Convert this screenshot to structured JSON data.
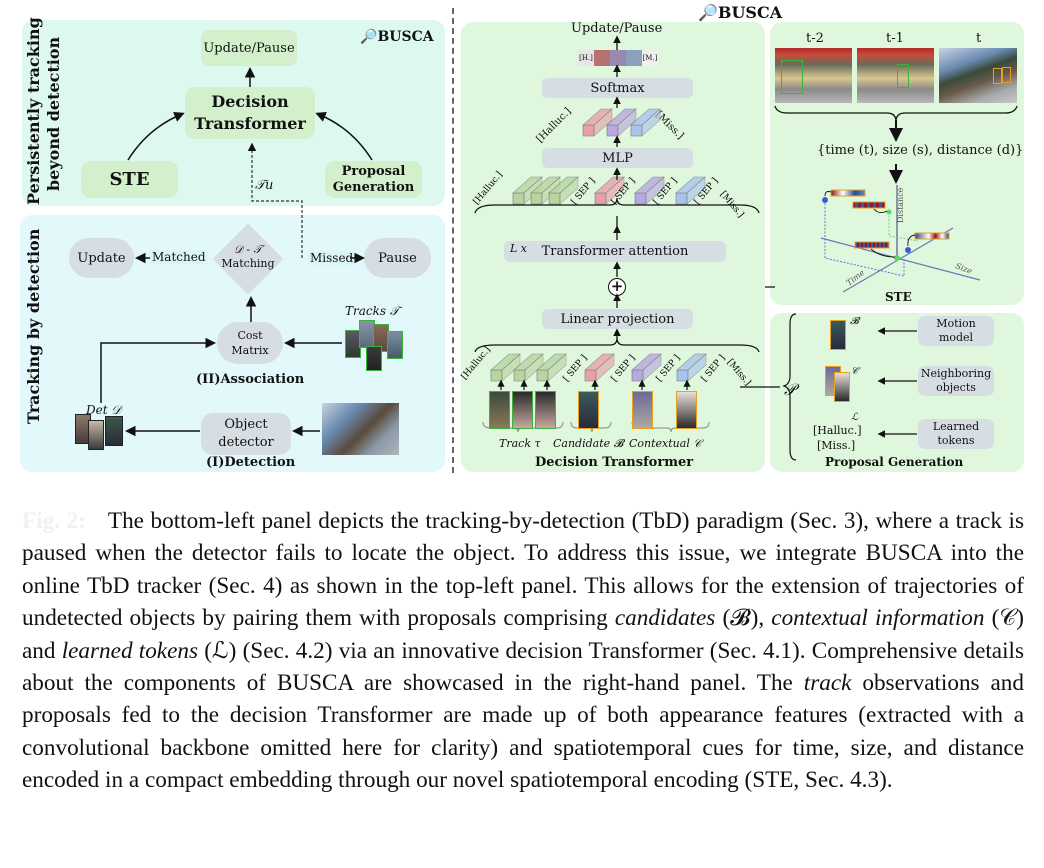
{
  "figure": {
    "busca_logo_text": "BUSCA",
    "top_left": {
      "side_label_line1": "Persistently tracking",
      "side_label_line2": "beyond detection",
      "output": "Update/Pause",
      "decision_transformer_line1": "Decision",
      "decision_transformer_line2": "Transformer",
      "ste": "STE",
      "proposal_line1": "Proposal",
      "proposal_line2": "Generation",
      "tu_label": "𝒯u"
    },
    "bottom_left": {
      "side_label": "Tracking by detection",
      "update": "Update",
      "matched": "Matched",
      "matching_line1": "𝒟 - 𝒯",
      "matching_line2": "Matching",
      "missed": "Missed",
      "pause": "Pause",
      "cost_line1": "Cost",
      "cost_line2": "Matrix",
      "tracks_label": "Tracks 𝒯",
      "association": "(II)Association",
      "det_label": "Det 𝒟",
      "detector_line1": "Object",
      "detector_line2": "detector",
      "detection": "(I)Detection"
    },
    "decision_transformer_panel": {
      "output": "Update/Pause",
      "prob_left": "[H.]",
      "prob_right": "[M.]",
      "softmax": "Softmax",
      "mlp": "MLP",
      "halluc": "[Halluc.]",
      "miss": "[Miss.]",
      "sep": "[ SEP ]",
      "attention_repeat": "L x",
      "attention": "Transformer attention",
      "linear": "Linear projection",
      "track_label": "Track τ",
      "candidate_label": "Candidate 𝓑",
      "contextual_label": "Contextual 𝒞",
      "title": "Decision Transformer"
    },
    "ste_panel": {
      "frames": [
        "t-2",
        "t-1",
        "t"
      ],
      "cues": "{time (t), size (s), distance (d)}",
      "axis_distance": "Distance",
      "axis_size": "Size",
      "axis_time": "Time",
      "title": "STE"
    },
    "proposal_panel": {
      "p_symbol": "𝒫",
      "b_symbol": "𝓑",
      "c_symbol": "𝒞",
      "l_symbol": "ℒ",
      "halluc": "[Halluc.]",
      "miss": "[Miss.]",
      "motion_line1": "Motion",
      "motion_line2": "model",
      "neighbor_line1": "Neighboring",
      "neighbor_line2": "objects",
      "learned_line1": "Learned",
      "learned_line2": "tokens",
      "title": "Proposal Generation"
    },
    "colors": {
      "halluc_token": "#e8a0a8",
      "sep_token": "#b8a8e0",
      "miss_token": "#a8c4ec",
      "track_token": "#b7d5a0",
      "track_box": "#3cb43c",
      "candidate_box": "#e8a020"
    }
  },
  "caption": {
    "label": "Fig. 2:",
    "p1": "The bottom-left panel depicts the tracking-by-detection (TbD) paradigm (Sec. 3), where a track is paused when the detector fails to locate the object. To address this issue, we integrate BUSCA into the online TbD tracker (Sec. 4) as shown in the top-left panel. This allows for the extension of trajectories of undetected objects by pairing them with proposals comprising ",
    "candidates": "candidates",
    "p2": " (𝓑), ",
    "contextual": "contextual information",
    "p3": " (𝒞) and ",
    "learned": "learned tokens",
    "p4": " (ℒ) (Sec. 4.2) via an innovative decision Transformer (Sec. 4.1). Comprehensive details about the components of BUSCA are showcased in the right-hand panel. The ",
    "track": "track",
    "p5": " observations and proposals fed to the decision Transformer are made up of both appearance features (extracted with a convolutional backbone omitted here for clarity) and spatiotemporal cues for time, size, and distance encoded in a compact embedding through our novel spatiotemporal encoding (STE, Sec. 4.3)."
  }
}
